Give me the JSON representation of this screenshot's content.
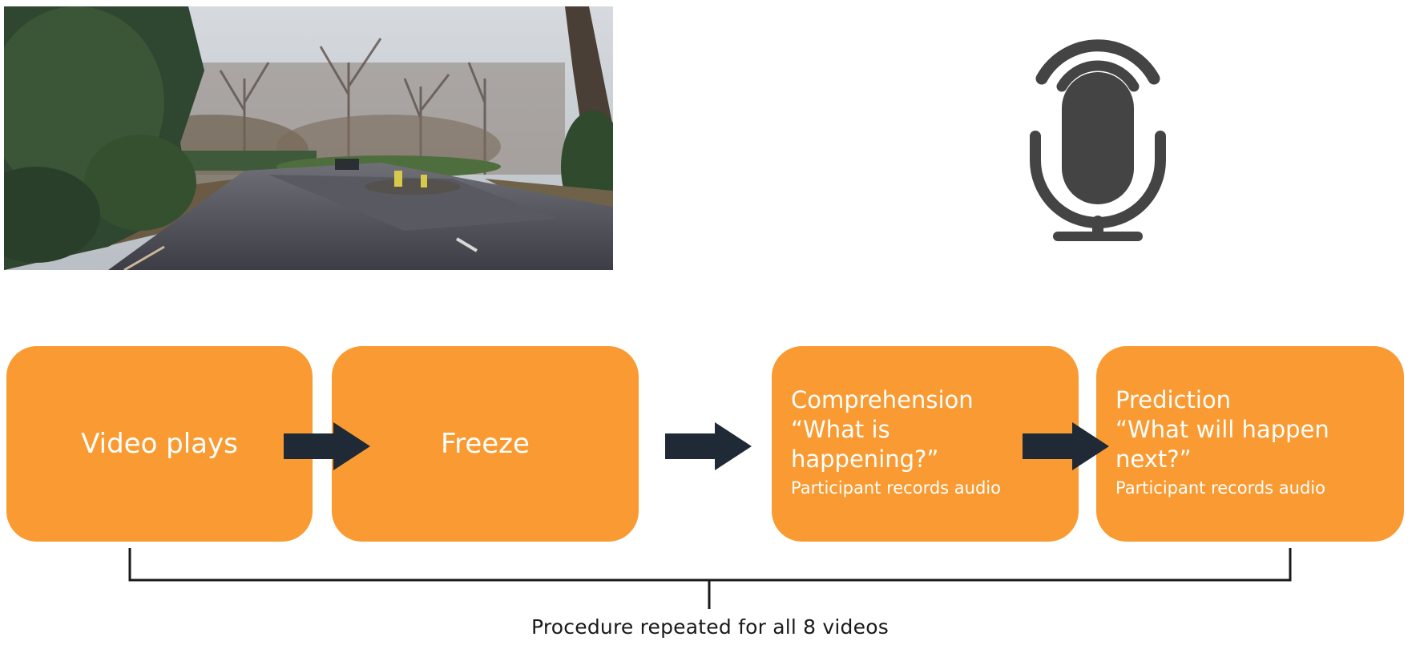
{
  "photo": {
    "description_icon": "road-scene-photo"
  },
  "mic": {
    "icon": "microphone-recording-icon",
    "color": "#444444"
  },
  "accent": "#f99b32",
  "arrow_color": "#1f2a36",
  "steps": {
    "video": {
      "label": "Video plays"
    },
    "freeze": {
      "label": "Freeze"
    },
    "comprehension": {
      "title": "Comprehension",
      "question": "“What is happening?”",
      "note": "Participant records audio"
    },
    "prediction": {
      "title": "Prediction",
      "question": "“What will happen next?”",
      "note": "Participant records audio"
    }
  },
  "caption": "Procedure repeated for all 8 videos"
}
